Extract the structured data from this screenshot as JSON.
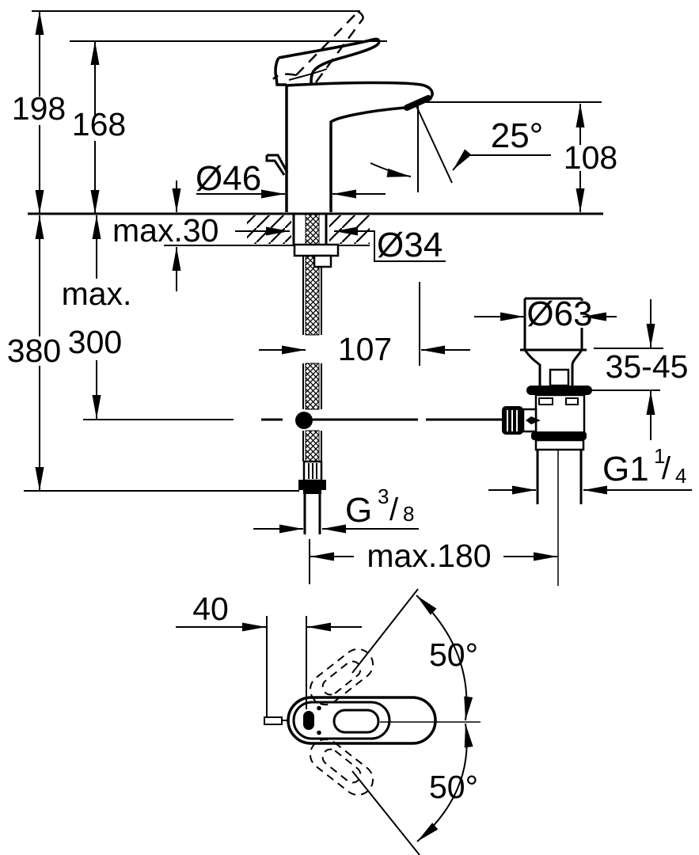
{
  "labels": {
    "d198": "198",
    "d168": "168",
    "d380": "380",
    "maxWord": "max.",
    "d300": "300",
    "max30": "max.30",
    "dia46": "Ø46",
    "dia34": "Ø34",
    "d108": "108",
    "a25": "25°",
    "d107": "107",
    "dia63": "Ø63",
    "r3545": "35-45",
    "g114_base": "G1",
    "g114_sup": "1",
    "g114_slash": "/",
    "g114_sub": "4",
    "g38_base": "G",
    "g38_sup": "3",
    "g38_slash": "/",
    "g38_sub": "8",
    "max180": "max.180",
    "d40": "40",
    "a50top": "50°",
    "a50bottom": "50°"
  },
  "colors": {
    "line": "#000000",
    "background": "#ffffff"
  }
}
